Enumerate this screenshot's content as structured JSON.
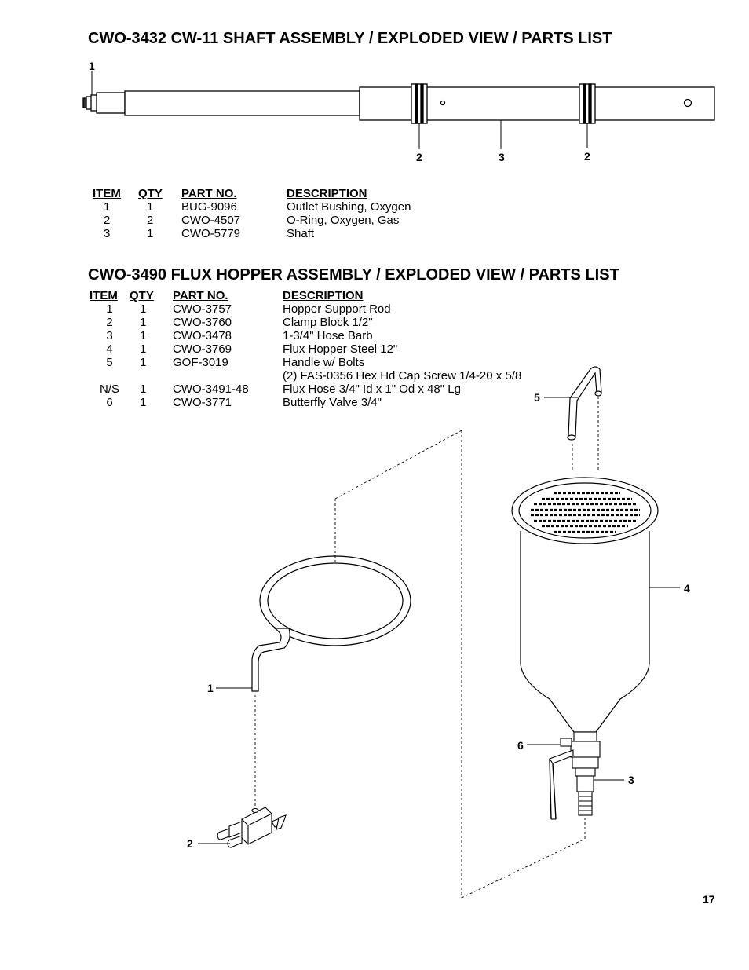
{
  "section1": {
    "title": "CWO-3432 CW-11 SHAFT ASSEMBLY / EXPLODED VIEW / PARTS LIST",
    "headers": [
      "ITEM",
      "QTY",
      "PART NO.",
      "DESCRIPTION"
    ],
    "rows": [
      {
        "item": "1",
        "qty": "1",
        "part": "BUG-9096",
        "desc": "Outlet Bushing, Oxygen"
      },
      {
        "item": "2",
        "qty": "2",
        "part": "CWO-4507",
        "desc": "O-Ring, Oxygen, Gas"
      },
      {
        "item": "3",
        "qty": "1",
        "part": "CWO-5779",
        "desc": "Shaft"
      }
    ],
    "callouts": {
      "c1": "1",
      "c2a": "2",
      "c3": "3",
      "c2b": "2"
    }
  },
  "section2": {
    "title": "CWO-3490 FLUX HOPPER ASSEMBLY / EXPLODED VIEW / PARTS LIST",
    "headers": [
      "ITEM",
      "QTY",
      "PART NO.",
      "DESCRIPTION"
    ],
    "rows": [
      {
        "item": "1",
        "qty": "1",
        "part": "CWO-3757",
        "desc": "Hopper Support Rod"
      },
      {
        "item": "2",
        "qty": "1",
        "part": "CWO-3760",
        "desc": "Clamp Block 1/2\""
      },
      {
        "item": "3",
        "qty": "1",
        "part": "CWO-3478",
        "desc": "1-3/4\" Hose Barb"
      },
      {
        "item": "4",
        "qty": "1",
        "part": "CWO-3769",
        "desc": "Flux Hopper Steel 12\""
      },
      {
        "item": "5",
        "qty": "1",
        "part": "GOF-3019",
        "desc": "Handle w/ Bolts"
      },
      {
        "item": "",
        "qty": "",
        "part": "",
        "desc": "(2) FAS-0356 Hex Hd Cap Screw 1/4-20 x 5/8"
      },
      {
        "item": "N/S",
        "qty": "1",
        "part": "CWO-3491-48",
        "desc": "Flux Hose 3/4\" Id x 1\" Od  x 48\" Lg"
      },
      {
        "item": "6",
        "qty": "1",
        "part": "CWO-3771",
        "desc": "Butterfly Valve 3/4\""
      }
    ],
    "callouts": {
      "c1": "1",
      "c2": "2",
      "c3": "3",
      "c4": "4",
      "c5": "5",
      "c6": "6"
    }
  },
  "page_number": "17"
}
